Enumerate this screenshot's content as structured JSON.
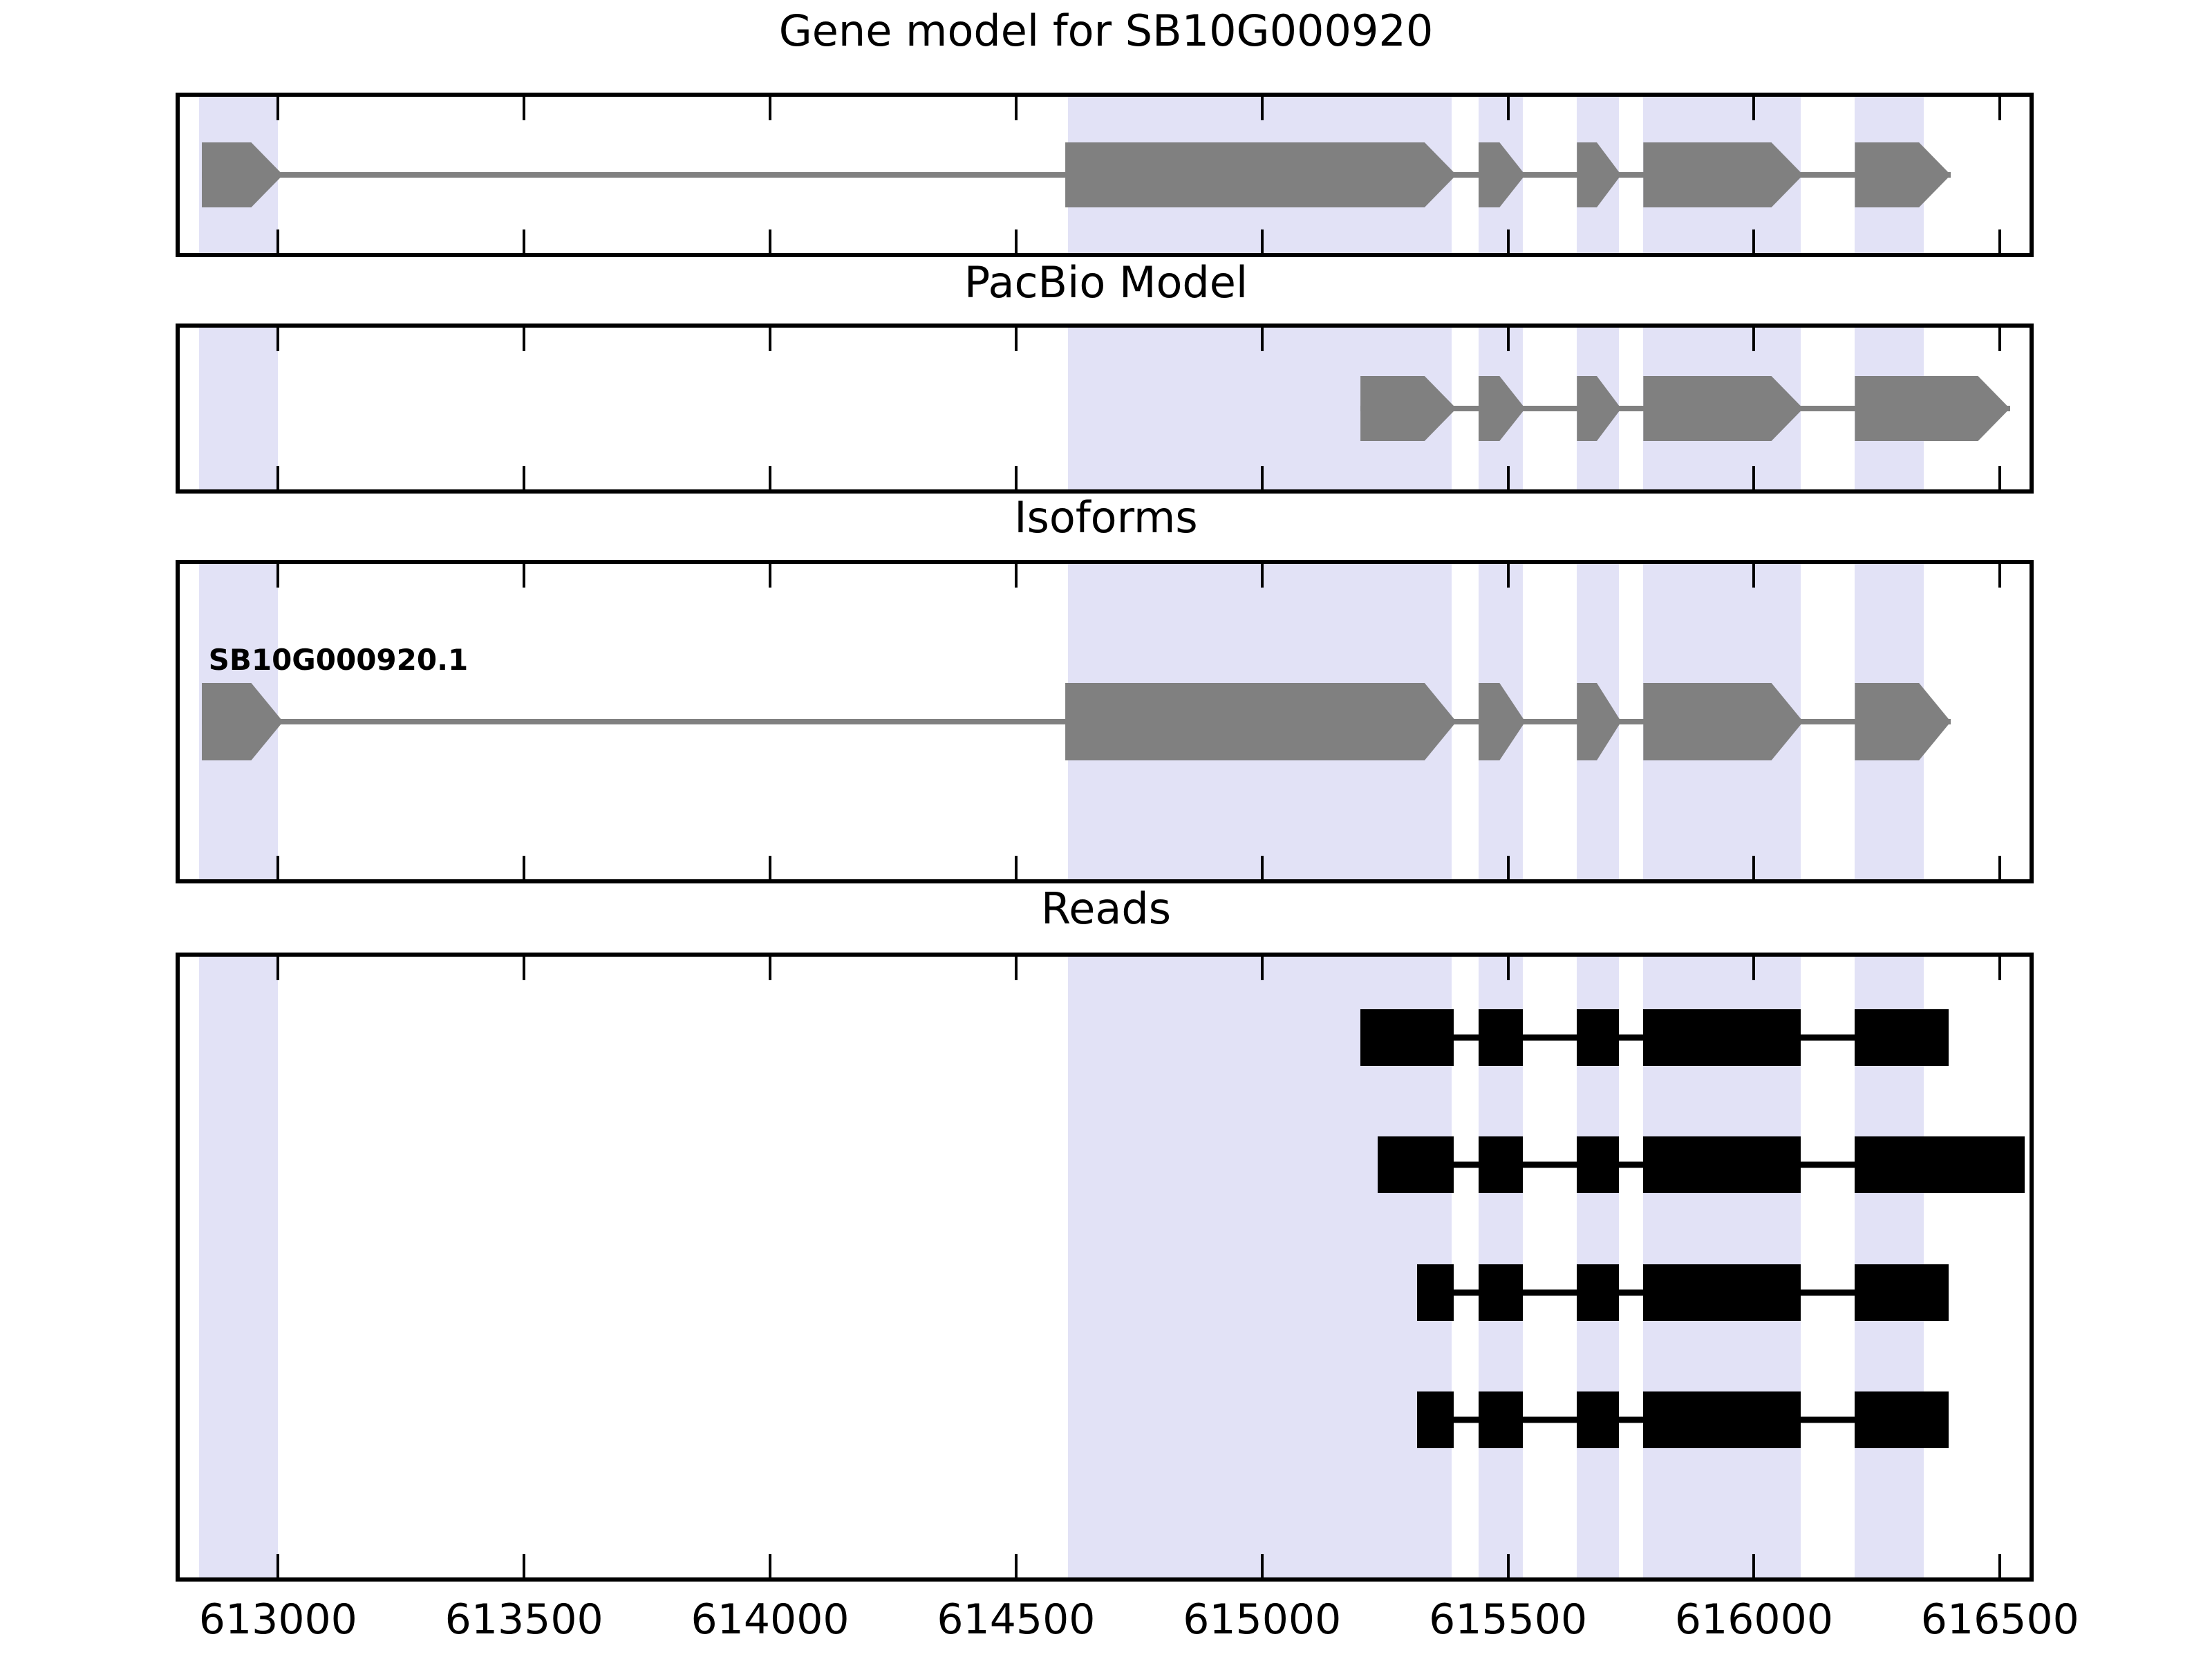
{
  "figure": {
    "title": "Gene model for SB10G000920",
    "gene_id": "SB10G000920",
    "colors": {
      "exon_gray": "#808080",
      "read_black": "#000000",
      "highlight_lavender": "#e2e2f6",
      "frame": "#000000",
      "background": "#ffffff"
    }
  },
  "axis": {
    "xmin": 612800,
    "xmax": 616560,
    "tick_values": [
      613000,
      613500,
      614000,
      614500,
      615000,
      615500,
      616000,
      616500
    ],
    "tick_labels": [
      "613000",
      "613500",
      "614000",
      "614500",
      "615000",
      "615500",
      "616000",
      "616500"
    ],
    "xlabel": "",
    "grid": false
  },
  "highlight_bands": [
    {
      "start": 612840,
      "end": 613000
    },
    {
      "start": 614605,
      "end": 615385
    },
    {
      "start": 615440,
      "end": 615530
    },
    {
      "start": 615640,
      "end": 615725
    },
    {
      "start": 615775,
      "end": 616095
    },
    {
      "start": 616205,
      "end": 616345
    }
  ],
  "panels": [
    {
      "id": "gene-model",
      "title": "Gene model for SB10G000920",
      "title_is_figure_title": true,
      "track_type": "gene",
      "strand": "+",
      "features": [
        {
          "name": "transcript-body",
          "start": 612845,
          "end": 616400,
          "type": "intron-line"
        },
        {
          "name": "exon-1",
          "start": 612845,
          "end": 613010,
          "type": "exon"
        },
        {
          "name": "exon-2",
          "start": 614600,
          "end": 615395,
          "type": "exon"
        },
        {
          "name": "exon-3",
          "start": 615440,
          "end": 615535,
          "type": "exon"
        },
        {
          "name": "exon-4",
          "start": 615640,
          "end": 615730,
          "type": "exon"
        },
        {
          "name": "exon-5",
          "start": 615775,
          "end": 616100,
          "type": "exon"
        },
        {
          "name": "exon-6",
          "start": 616205,
          "end": 616400,
          "type": "exon"
        }
      ]
    },
    {
      "id": "pacbio-model",
      "title": "PacBio Model",
      "track_type": "gene",
      "strand": "+",
      "features": [
        {
          "name": "transcript-body",
          "start": 615200,
          "end": 616520,
          "type": "intron-line"
        },
        {
          "name": "exon-1",
          "start": 615200,
          "end": 615395,
          "type": "exon"
        },
        {
          "name": "exon-2",
          "start": 615440,
          "end": 615535,
          "type": "exon"
        },
        {
          "name": "exon-3",
          "start": 615640,
          "end": 615730,
          "type": "exon"
        },
        {
          "name": "exon-4",
          "start": 615775,
          "end": 616100,
          "type": "exon"
        },
        {
          "name": "exon-5",
          "start": 616205,
          "end": 616520,
          "type": "exon"
        }
      ]
    },
    {
      "id": "isoforms",
      "title": "Isoforms",
      "track_type": "gene",
      "strand": "+",
      "isoform_label": "SB10G000920.1",
      "features": [
        {
          "name": "transcript-body",
          "start": 612845,
          "end": 616400,
          "type": "intron-line"
        },
        {
          "name": "exon-1",
          "start": 612845,
          "end": 613010,
          "type": "exon"
        },
        {
          "name": "exon-2",
          "start": 614600,
          "end": 615395,
          "type": "exon"
        },
        {
          "name": "exon-3",
          "start": 615440,
          "end": 615535,
          "type": "exon"
        },
        {
          "name": "exon-4",
          "start": 615640,
          "end": 615730,
          "type": "exon"
        },
        {
          "name": "exon-5",
          "start": 615775,
          "end": 616100,
          "type": "exon"
        },
        {
          "name": "exon-6",
          "start": 616205,
          "end": 616400,
          "type": "exon"
        }
      ]
    },
    {
      "id": "reads",
      "title": "Reads",
      "track_type": "reads",
      "read_count": 4,
      "reads": [
        {
          "name": "read-1",
          "start": 615200,
          "end": 616395,
          "blocks": [
            {
              "start": 615200,
              "end": 615390
            },
            {
              "start": 615440,
              "end": 615530
            },
            {
              "start": 615640,
              "end": 615725
            },
            {
              "start": 615775,
              "end": 616095
            },
            {
              "start": 616205,
              "end": 616395
            }
          ]
        },
        {
          "name": "read-2",
          "start": 615235,
          "end": 616550,
          "blocks": [
            {
              "start": 615235,
              "end": 615390
            },
            {
              "start": 615440,
              "end": 615530
            },
            {
              "start": 615640,
              "end": 615725
            },
            {
              "start": 615775,
              "end": 616095
            },
            {
              "start": 616205,
              "end": 616550
            }
          ]
        },
        {
          "name": "read-3",
          "start": 615315,
          "end": 616395,
          "blocks": [
            {
              "start": 615315,
              "end": 615390
            },
            {
              "start": 615440,
              "end": 615530
            },
            {
              "start": 615640,
              "end": 615725
            },
            {
              "start": 615775,
              "end": 616095
            },
            {
              "start": 616205,
              "end": 616395
            }
          ]
        },
        {
          "name": "read-4",
          "start": 615315,
          "end": 616395,
          "blocks": [
            {
              "start": 615315,
              "end": 615390
            },
            {
              "start": 615440,
              "end": 615530
            },
            {
              "start": 615640,
              "end": 615725
            },
            {
              "start": 615775,
              "end": 616095
            },
            {
              "start": 616205,
              "end": 616395
            }
          ]
        }
      ]
    }
  ],
  "chart_data": {
    "type": "genome-browser-track",
    "title": "Gene model for SB10G000920",
    "xlabel": "",
    "ylabel": "",
    "xlim": [
      612800,
      616560
    ],
    "x_ticks": [
      613000,
      613500,
      614000,
      614500,
      615000,
      615500,
      616000,
      616500
    ],
    "tracks": [
      "Gene model for SB10G000920",
      "PacBio Model",
      "Isoforms",
      "Reads"
    ],
    "grid": false,
    "legend": "none"
  }
}
